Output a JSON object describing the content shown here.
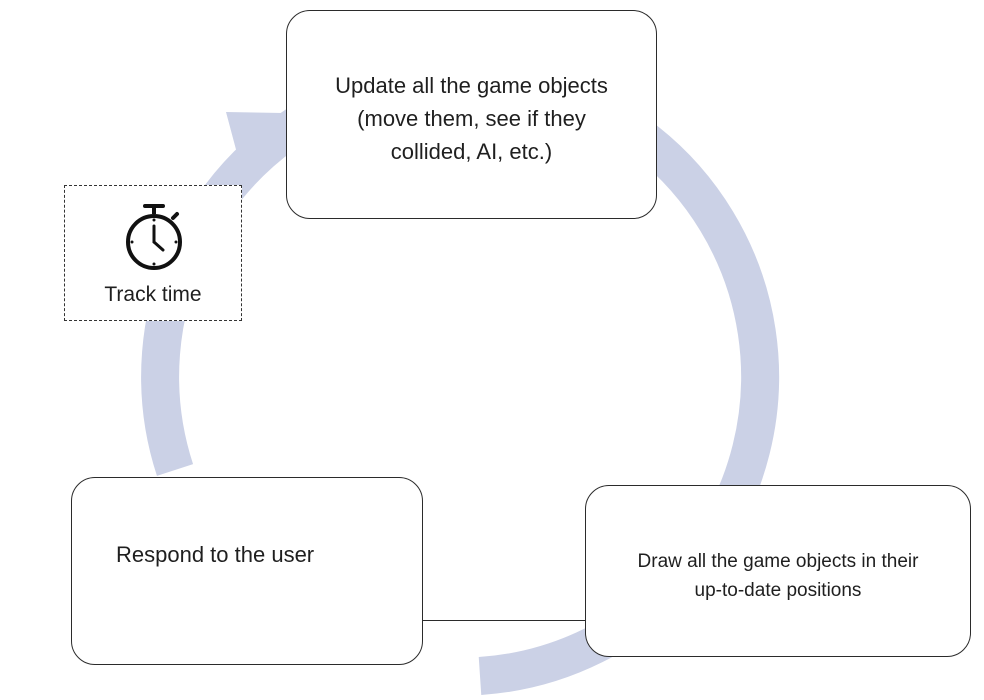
{
  "colors": {
    "cycle_arrow": "#cbd1e6",
    "box_border": "#2b2b2b",
    "text": "#1f1f1f"
  },
  "nodes": {
    "update": {
      "lines": [
        "Update all the game objects",
        "(move them, see if they",
        "collided, AI, etc.)"
      ]
    },
    "draw": {
      "lines": [
        "Draw all the game objects in their",
        "up-to-date positions"
      ]
    },
    "respond": {
      "label": "Respond to the user"
    },
    "track": {
      "label": "Track time",
      "icon": "stopwatch-icon"
    }
  }
}
